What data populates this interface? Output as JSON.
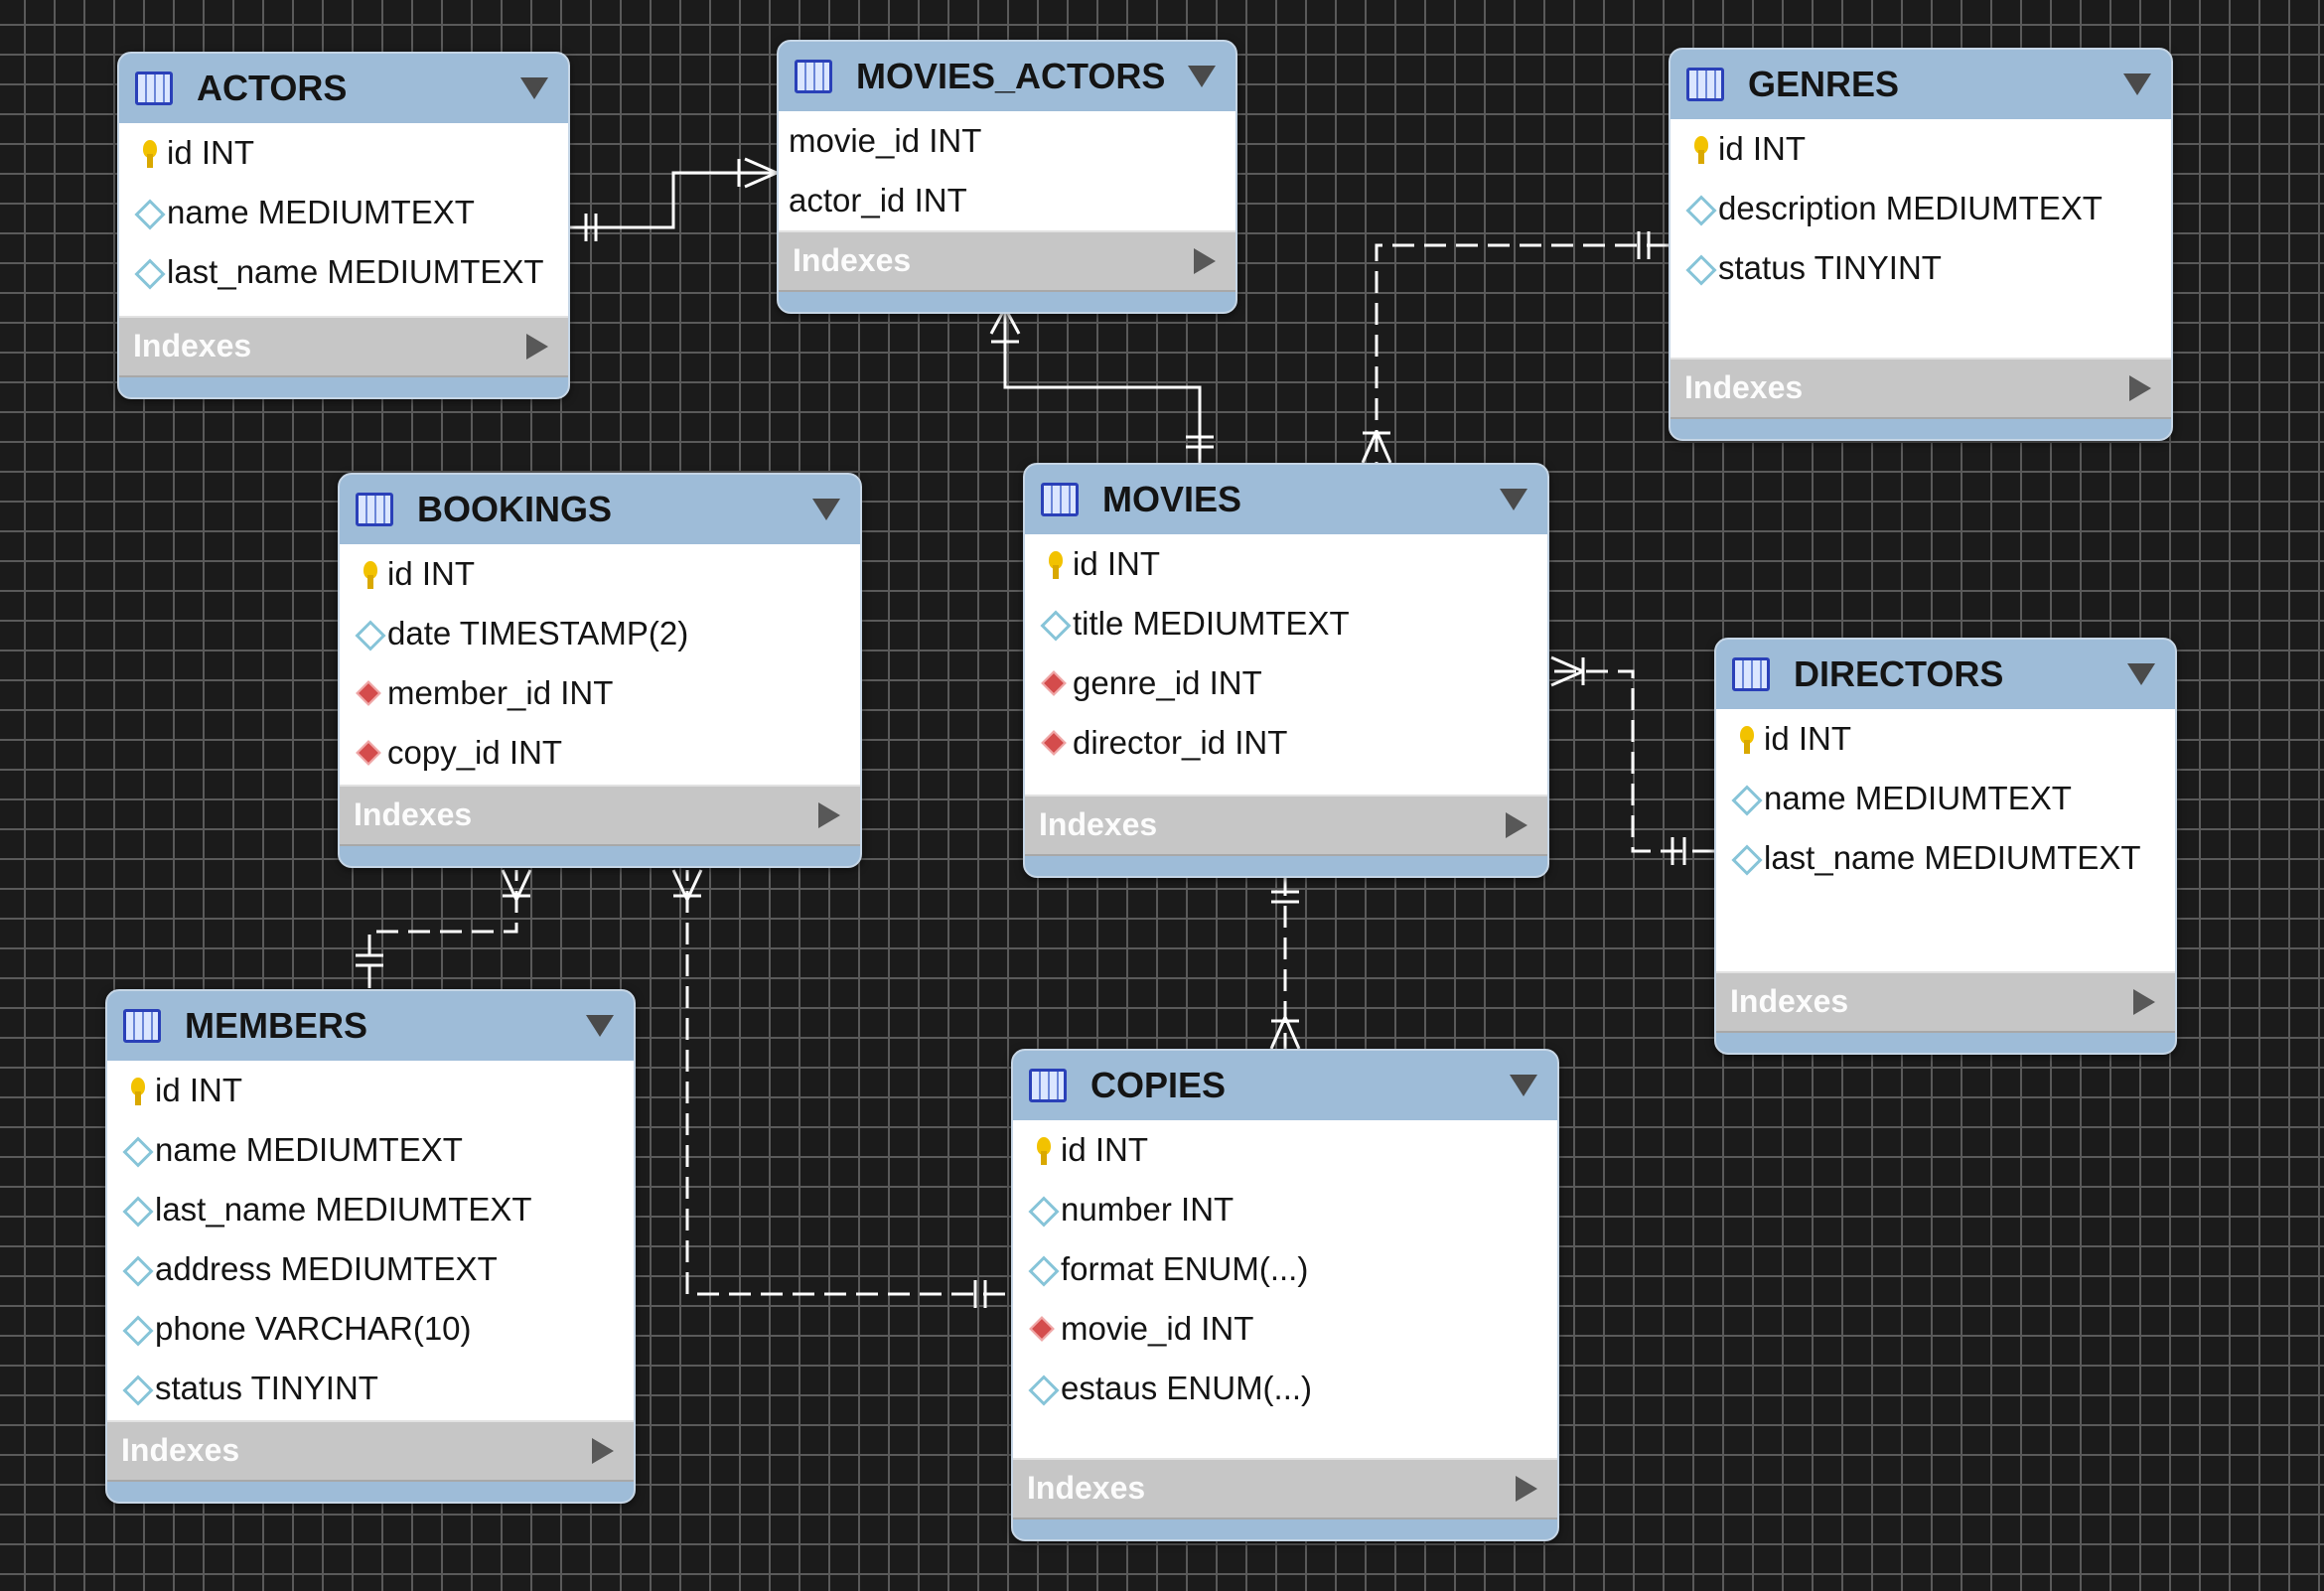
{
  "indexes_label": "Indexes",
  "tables": {
    "actors": {
      "title": "ACTORS",
      "columns": [
        {
          "name": "id INT",
          "key": "pk"
        },
        {
          "name": "name MEDIUMTEXT",
          "key": "attr"
        },
        {
          "name": "last_name MEDIUMTEXT",
          "key": "attr"
        }
      ]
    },
    "movies_actors": {
      "title": "MOVIES_ACTORS",
      "columns": [
        {
          "name": "movie_id INT",
          "key": "none"
        },
        {
          "name": "actor_id INT",
          "key": "none"
        }
      ]
    },
    "genres": {
      "title": "GENRES",
      "columns": [
        {
          "name": "id INT",
          "key": "pk"
        },
        {
          "name": "description MEDIUMTEXT",
          "key": "attr"
        },
        {
          "name": "status TINYINT",
          "key": "attr"
        }
      ]
    },
    "bookings": {
      "title": "BOOKINGS",
      "columns": [
        {
          "name": "id INT",
          "key": "pk"
        },
        {
          "name": "date TIMESTAMP(2)",
          "key": "attr"
        },
        {
          "name": "member_id INT",
          "key": "fk"
        },
        {
          "name": "copy_id INT",
          "key": "fk"
        }
      ]
    },
    "movies": {
      "title": "MOVIES",
      "columns": [
        {
          "name": "id INT",
          "key": "pk"
        },
        {
          "name": "title MEDIUMTEXT",
          "key": "attr"
        },
        {
          "name": "genre_id INT",
          "key": "fk"
        },
        {
          "name": "director_id INT",
          "key": "fk"
        }
      ]
    },
    "directors": {
      "title": "DIRECTORS",
      "columns": [
        {
          "name": "id INT",
          "key": "pk"
        },
        {
          "name": "name MEDIUMTEXT",
          "key": "attr"
        },
        {
          "name": "last_name MEDIUMTEXT",
          "key": "attr"
        }
      ]
    },
    "members": {
      "title": "MEMBERS",
      "columns": [
        {
          "name": "id INT",
          "key": "pk"
        },
        {
          "name": "name MEDIUMTEXT",
          "key": "attr"
        },
        {
          "name": "last_name MEDIUMTEXT",
          "key": "attr"
        },
        {
          "name": "address MEDIUMTEXT",
          "key": "attr"
        },
        {
          "name": "phone VARCHAR(10)",
          "key": "attr"
        },
        {
          "name": "status TINYINT",
          "key": "attr"
        }
      ]
    },
    "copies": {
      "title": "COPIES",
      "columns": [
        {
          "name": "id INT",
          "key": "pk"
        },
        {
          "name": "number INT",
          "key": "attr"
        },
        {
          "name": "format ENUM(...)",
          "key": "attr"
        },
        {
          "name": "movie_id INT",
          "key": "fk"
        },
        {
          "name": "estaus ENUM(...)",
          "key": "attr"
        }
      ]
    }
  },
  "relationships": [
    {
      "from": "actors",
      "to": "movies_actors",
      "style": "solid"
    },
    {
      "from": "movies",
      "to": "movies_actors",
      "style": "solid"
    },
    {
      "from": "genres",
      "to": "movies",
      "style": "dashed"
    },
    {
      "from": "directors",
      "to": "movies",
      "style": "dashed"
    },
    {
      "from": "movies",
      "to": "copies",
      "style": "dashed"
    },
    {
      "from": "members",
      "to": "bookings",
      "style": "dashed"
    },
    {
      "from": "copies",
      "to": "bookings",
      "style": "dashed"
    }
  ]
}
